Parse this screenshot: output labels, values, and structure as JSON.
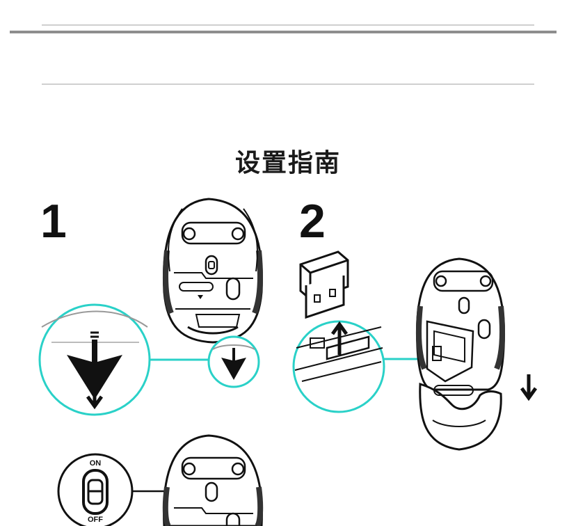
{
  "title": "设置指南",
  "steps": [
    {
      "number": "1"
    },
    {
      "number": "2"
    }
  ],
  "switch": {
    "on_label": "ON",
    "off_label": "OFF"
  },
  "colors": {
    "accent": "#2ad1c8",
    "rule_dark": "#8e8e8e",
    "rule_light": "#c9c9c9",
    "ink": "#111111"
  }
}
